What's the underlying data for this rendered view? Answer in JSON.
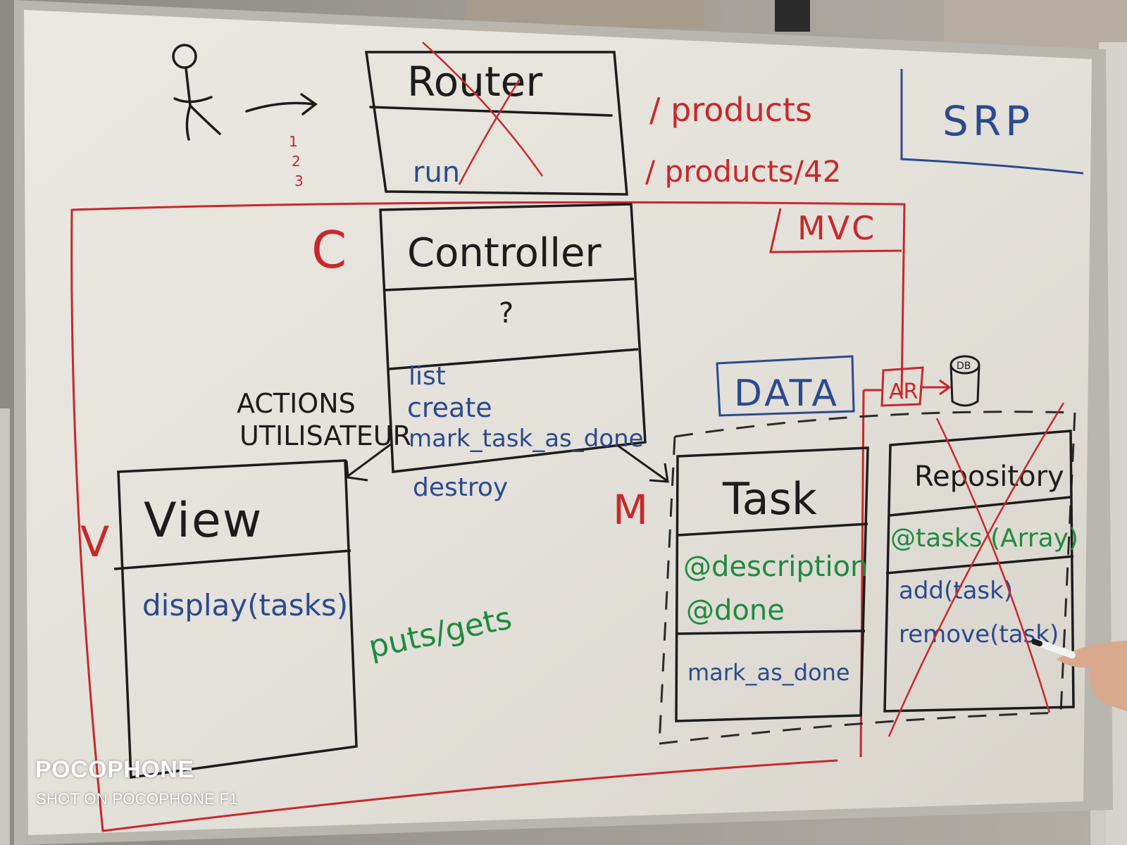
{
  "board": {
    "router": {
      "title": "Router",
      "method": "run",
      "steps": [
        "1",
        "2",
        "3"
      ]
    },
    "routes": [
      "/ products",
      "/ products/42"
    ],
    "srp": "SRP",
    "mvc": "MVC",
    "controller": {
      "letter": "C",
      "title": "Controller",
      "attributes": "?",
      "methods": [
        "list",
        "create",
        "mark_task_as_done",
        "destroy"
      ]
    },
    "actions": [
      "ACTIONS",
      "UTILISATEUR"
    ],
    "view": {
      "letter": "V",
      "title": "View",
      "method": "display(tasks)"
    },
    "puts_gets": "puts/gets",
    "model": {
      "letter": "M",
      "data_label": "DATA",
      "ar_label": "AR",
      "db_label": "DB",
      "task": {
        "title": "Task",
        "attributes": [
          "@description",
          "@done"
        ],
        "methods": [
          "mark_as_done"
        ]
      },
      "repository": {
        "title": "Repository",
        "attributes": [
          "@tasks (Array)"
        ],
        "methods": [
          "add(task)",
          "remove(task)"
        ]
      }
    }
  },
  "camera": {
    "brand": "POCOPHONE",
    "caption": "SHOT ON POCOPHONE F1"
  },
  "colors": {
    "red_marker": "#c8282b",
    "blue_marker": "#2b4a8e",
    "green_marker": "#1f8a3e",
    "black_marker": "#1c1c1c",
    "board": "#e7e4dd"
  }
}
